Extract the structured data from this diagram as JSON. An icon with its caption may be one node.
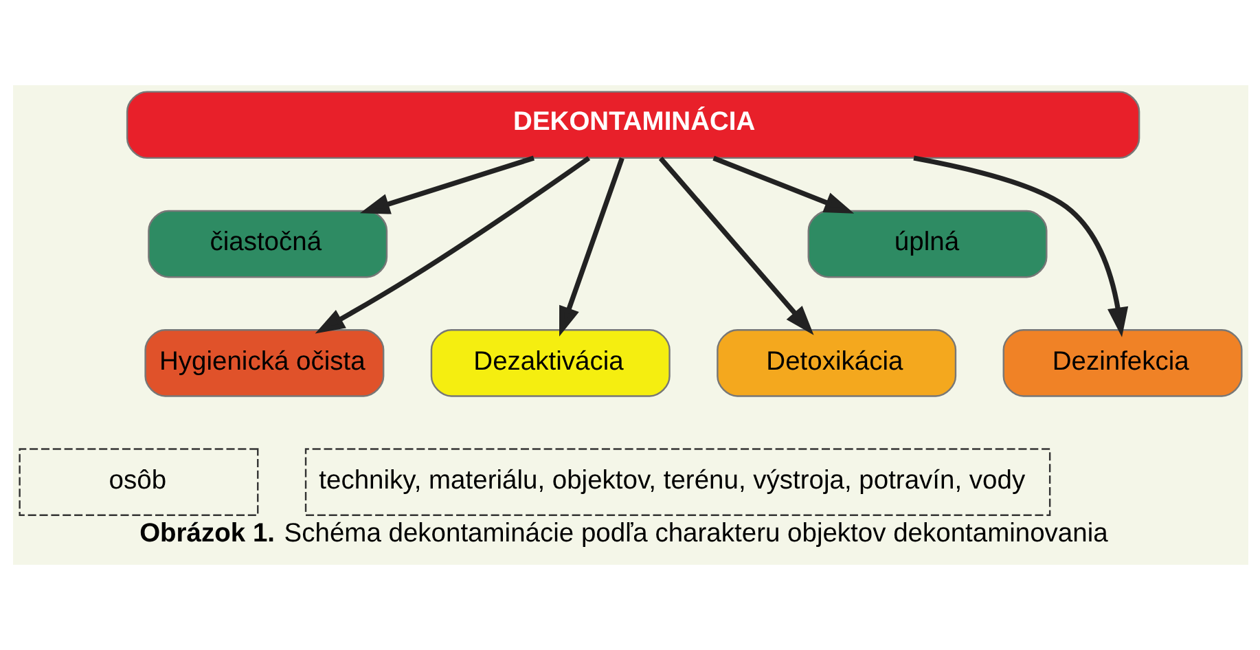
{
  "diagram": {
    "caption": "**Obrázok 1.** Schéma dekontaminácie podľa charakteru objektov dekontaminovania",
    "nodes": [
      {
        "text": [
          "DEKONTAMINÁCIA"
        ]
      },
      {
        "text": [
          "čiastočná"
        ]
      },
      {
        "text": [
          "úplná"
        ]
      },
      {
        "text": [
          "Hygienická očista"
        ]
      },
      {
        "text": [
          "Dezaktivácia"
        ]
      },
      {
        "text": [
          "Detoxikácia"
        ]
      },
      {
        "text": [
          "Dezinfekcia"
        ]
      },
      {
        "text": [
          "osôb"
        ]
      },
      {
        "text": [
          "techniky, materiálu, objektov, terénu, výstroja, potravín, vody"
        ]
      }
    ],
    "edges": [
      {
        "from": 0,
        "to": 1,
        "arrow": "to"
      },
      {
        "from": 0,
        "to": 2,
        "arrow": "to"
      },
      {
        "from": 0,
        "to": 3,
        "arrow": "to"
      },
      {
        "from": 0,
        "to": 4,
        "arrow": "to"
      },
      {
        "from": 0,
        "to": 5,
        "arrow": "to"
      },
      {
        "from": 0,
        "to": 6,
        "arrow": "to"
      }
    ]
  }
}
